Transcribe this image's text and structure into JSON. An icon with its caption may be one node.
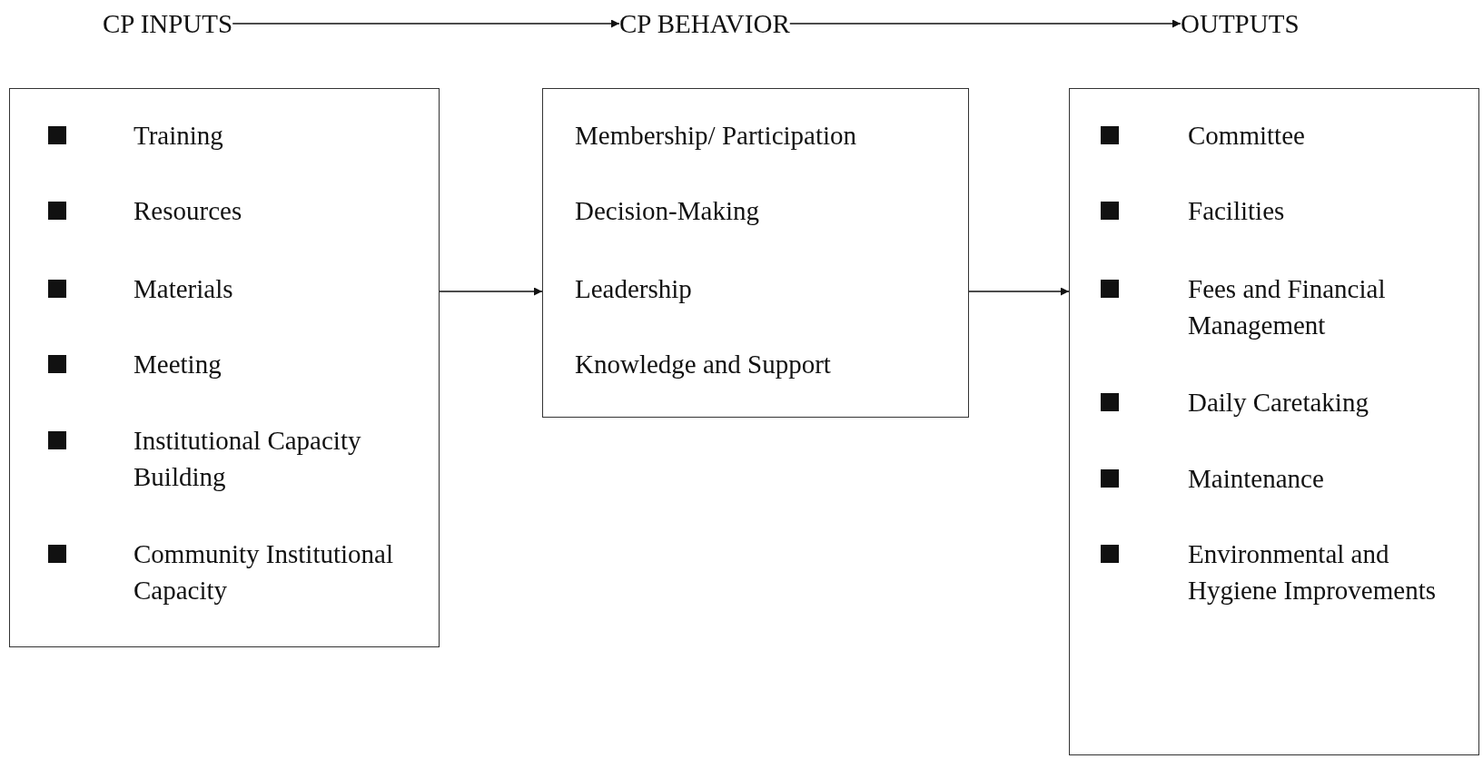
{
  "diagram": {
    "nodes": [
      {
        "text": [
          "CP INPUTS"
        ]
      },
      {
        "text": [
          "CP BEHAVIOR"
        ]
      },
      {
        "text": [
          "OUTPUTS"
        ]
      },
      {
        "text": [
          "Training",
          "Resources",
          "Materials",
          "Meeting",
          "Institutional Capacity Building",
          "Community Institutional Capacity"
        ]
      },
      {
        "text": [
          "Membership/ Participation",
          "Decision-Making",
          "Leadership",
          "Knowledge and Support"
        ]
      },
      {
        "text": [
          "Committee",
          "Facilities",
          "Fees and Financial Management",
          "Daily Caretaking",
          "Maintenance",
          "Environmental and Hygiene Improvements"
        ]
      }
    ],
    "edges": [
      {
        "from": 0,
        "to": 1,
        "arrow": "to"
      },
      {
        "from": 1,
        "to": 2,
        "arrow": "to"
      },
      {
        "from": 3,
        "to": 4,
        "arrow": "to"
      },
      {
        "from": 4,
        "to": 5,
        "arrow": "to"
      }
    ]
  }
}
